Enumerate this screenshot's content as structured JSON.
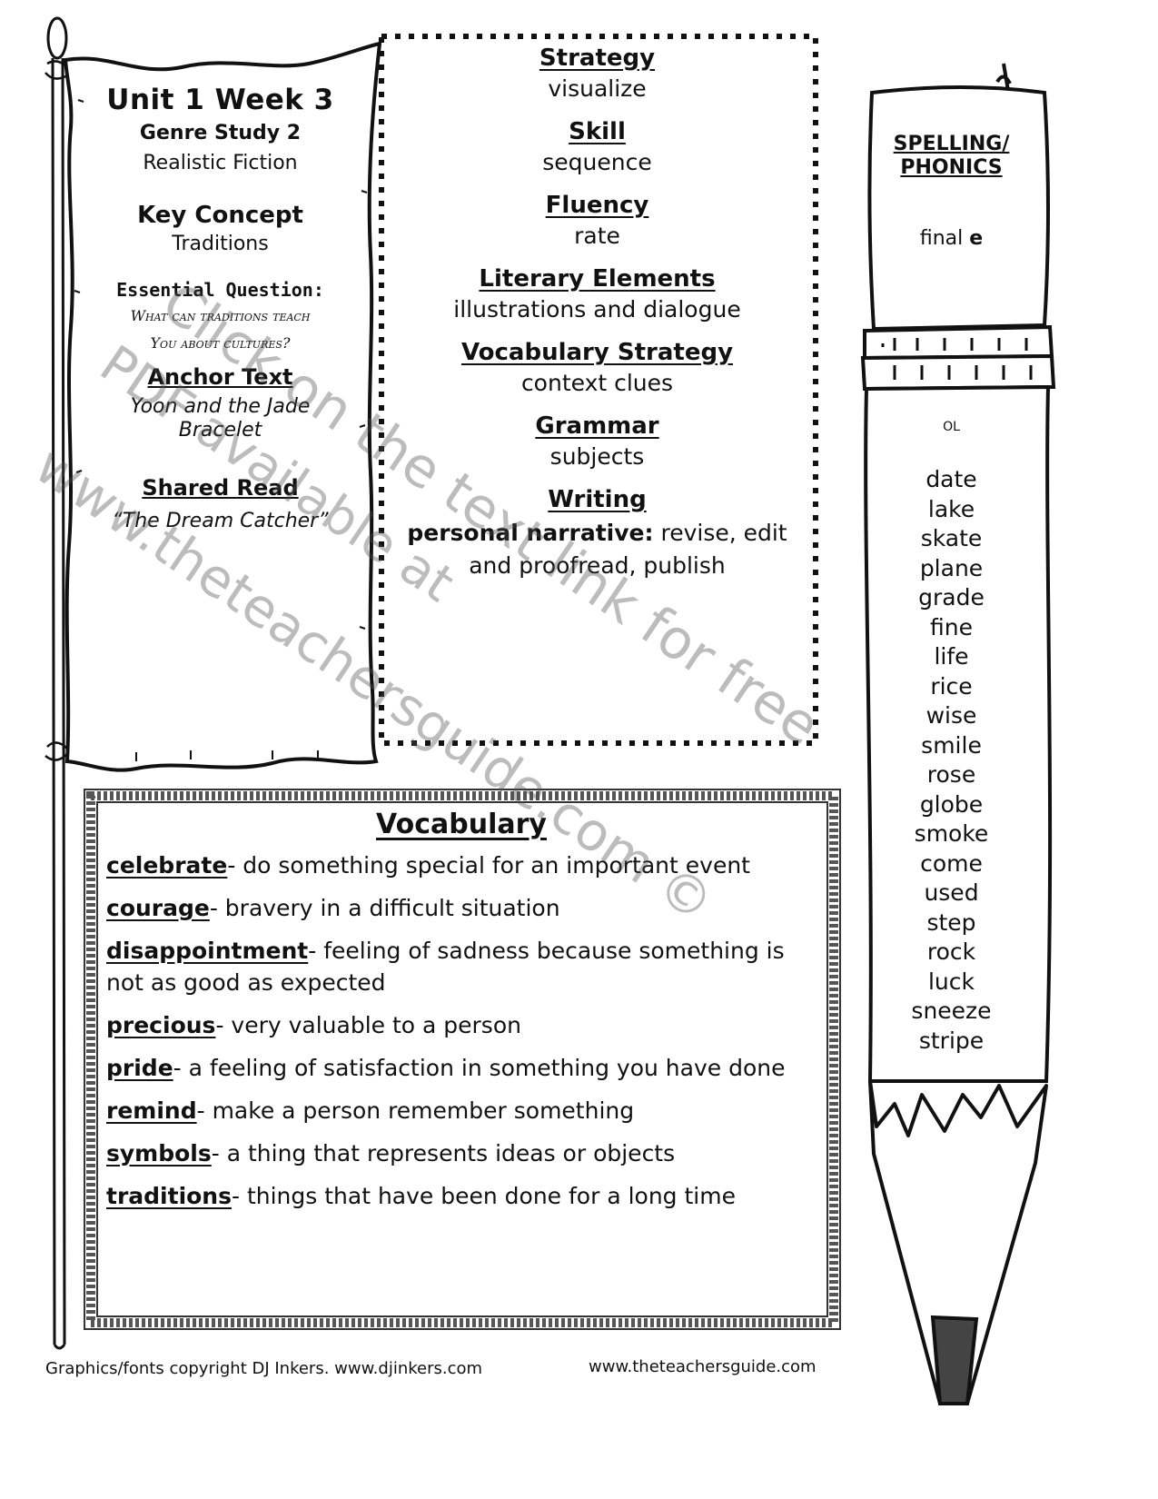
{
  "banner": {
    "title": "Unit 1 Week 3",
    "subtitle": "Genre Study 2",
    "genre": "Realistic Fiction",
    "key_concept_label": "Key Concept",
    "key_concept": "Traditions",
    "eq_label": "Essential Question:",
    "eq_text": "What can traditions teach You about cultures?",
    "anchor_label": "Anchor Text",
    "anchor_text": "Yoon and the Jade Bracelet",
    "shared_label": "Shared Read",
    "shared_text": "“The Dream Catcher”"
  },
  "skills": [
    {
      "label": "Strategy",
      "value": "visualize"
    },
    {
      "label": "Skill",
      "value": "sequence"
    },
    {
      "label": "Fluency",
      "value": "rate"
    },
    {
      "label": "Literary Elements",
      "value": "illustrations and dialogue"
    },
    {
      "label": "Vocabulary Strategy",
      "value": "context clues"
    },
    {
      "label": "Grammar",
      "value": "subjects"
    },
    {
      "label": "Writing",
      "value_bold": "personal narrative:",
      "value": " revise, edit and proofread, publish"
    }
  ],
  "vocabulary": {
    "title": "Vocabulary",
    "items": [
      {
        "word": "celebrate",
        "definition": "- do something special for an important event"
      },
      {
        "word": "courage",
        "definition": "-  bravery in a difficult situation"
      },
      {
        "word": "disappointment",
        "definition": "- feeling of sadness because something is not as good as expected"
      },
      {
        "word": "precious",
        "definition": "- very valuable to a person"
      },
      {
        "word": "pride",
        "definition": "- a feeling of satisfaction in something you have done"
      },
      {
        "word": "remind",
        "definition": "- make a person remember something"
      },
      {
        "word": "symbols",
        "definition": "- a thing that represents ideas or objects"
      },
      {
        "word": "traditions",
        "definition": "- things that have been done for a long time"
      }
    ]
  },
  "spelling": {
    "title_line1": "SPELLING/",
    "title_line2": "PHONICS",
    "phonics_prefix": "final ",
    "phonics_letter": "e",
    "level": "OL",
    "words": [
      "date",
      "lake",
      "skate",
      "plane",
      "grade",
      "fine",
      "life",
      "rice",
      "wise",
      "smile",
      "rose",
      "globe",
      "smoke",
      "come",
      "used",
      "step",
      "rock",
      "luck",
      "sneeze",
      "stripe"
    ]
  },
  "footer": {
    "left": "Graphics/fonts copyright DJ Inkers. www.djinkers.com",
    "right": "www.theteachersguide.com"
  },
  "watermark": {
    "line1": "Click on the text link for free",
    "line2": "PDF available at",
    "line3": "www.theteachersguide.com ©"
  }
}
